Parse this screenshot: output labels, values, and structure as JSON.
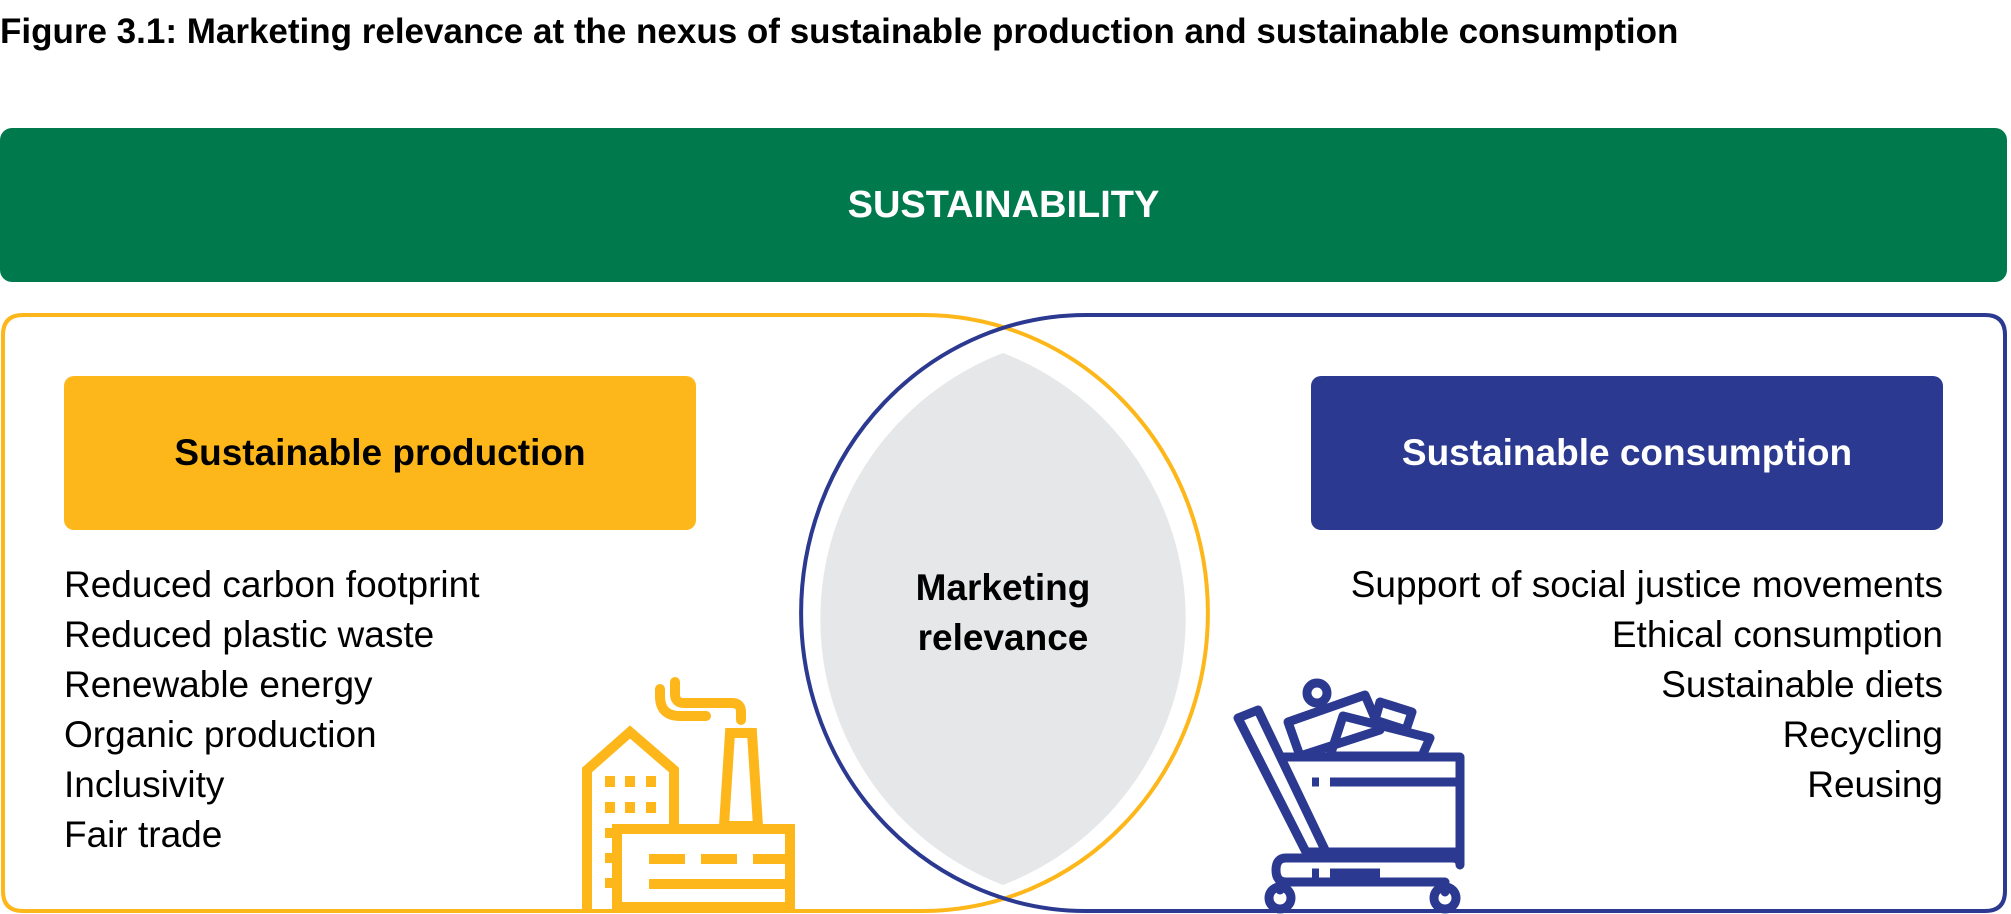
{
  "title": "Figure 3.1: Marketing relevance at the nexus of sustainable production and sustainable consumption",
  "banner": "SUSTAINABILITY",
  "production": {
    "heading": "Sustainable production",
    "items": [
      "Reduced carbon footprint",
      "Reduced plastic waste",
      "Renewable energy",
      "Organic production",
      "Inclusivity",
      "Fair trade"
    ],
    "icon": "factory-icon"
  },
  "consumption": {
    "heading": "Sustainable consumption",
    "items": [
      "Support of social justice movements",
      "Ethical consumption",
      "Sustainable diets",
      "Recycling",
      "Reusing"
    ],
    "icon": "shopping-cart-icon"
  },
  "center": {
    "line1": "Marketing",
    "line2": "relevance"
  },
  "colors": {
    "green": "#007A4D",
    "yellow": "#FDB71A",
    "blue": "#2B3990",
    "gray": "#E6E7E8"
  }
}
